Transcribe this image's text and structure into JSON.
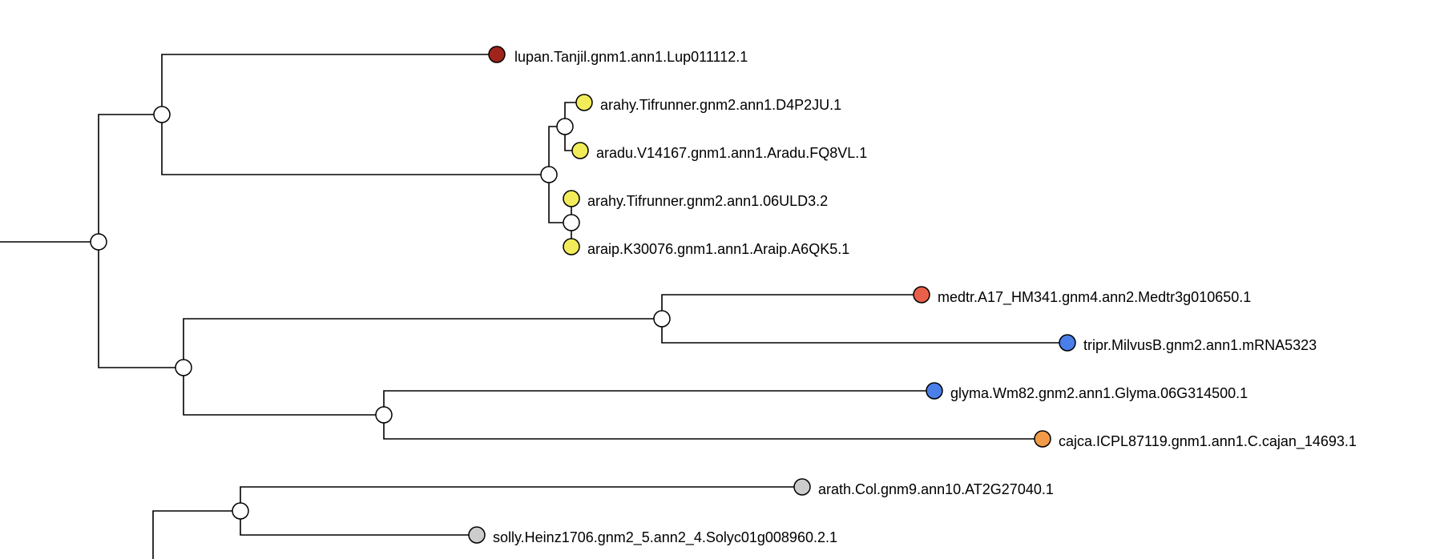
{
  "leaves": [
    {
      "id": "l1",
      "label": "lupan.Tanjil.gnm1.ann1.Lup011112.1",
      "color": "#a0241a"
    },
    {
      "id": "l2",
      "label": "arahy.Tifrunner.gnm2.ann1.D4P2JU.1",
      "color": "#f2ec5a"
    },
    {
      "id": "l3",
      "label": "aradu.V14167.gnm1.ann1.Aradu.FQ8VL.1",
      "color": "#f2ec5a"
    },
    {
      "id": "l4",
      "label": "arahy.Tifrunner.gnm2.ann1.06ULD3.2",
      "color": "#f2ec5a"
    },
    {
      "id": "l5",
      "label": "araip.K30076.gnm1.ann1.Araip.A6QK5.1",
      "color": "#f2ec5a"
    },
    {
      "id": "l6",
      "label": "medtr.A17_HM341.gnm4.ann2.Medtr3g010650.1",
      "color": "#e8604a"
    },
    {
      "id": "l7",
      "label": "tripr.MilvusB.gnm2.ann1.mRNA5323",
      "color": "#4a7ee8"
    },
    {
      "id": "l8",
      "label": "glyma.Wm82.gnm2.ann1.Glyma.06G314500.1",
      "color": "#4a7ee8"
    },
    {
      "id": "l9",
      "label": "cajca.ICPL87119.gnm1.ann1.C.cajan_14693.1",
      "color": "#f29a48"
    },
    {
      "id": "l10",
      "label": "arath.Col.gnm9.ann10.AT2G27040.1",
      "color": "#cccccc"
    },
    {
      "id": "l11",
      "label": "solly.Heinz1706.gnm2_5.ann2_4.Solyc01g008960.2.1",
      "color": "#cccccc"
    }
  ],
  "internal_node_color": "#ffffff"
}
